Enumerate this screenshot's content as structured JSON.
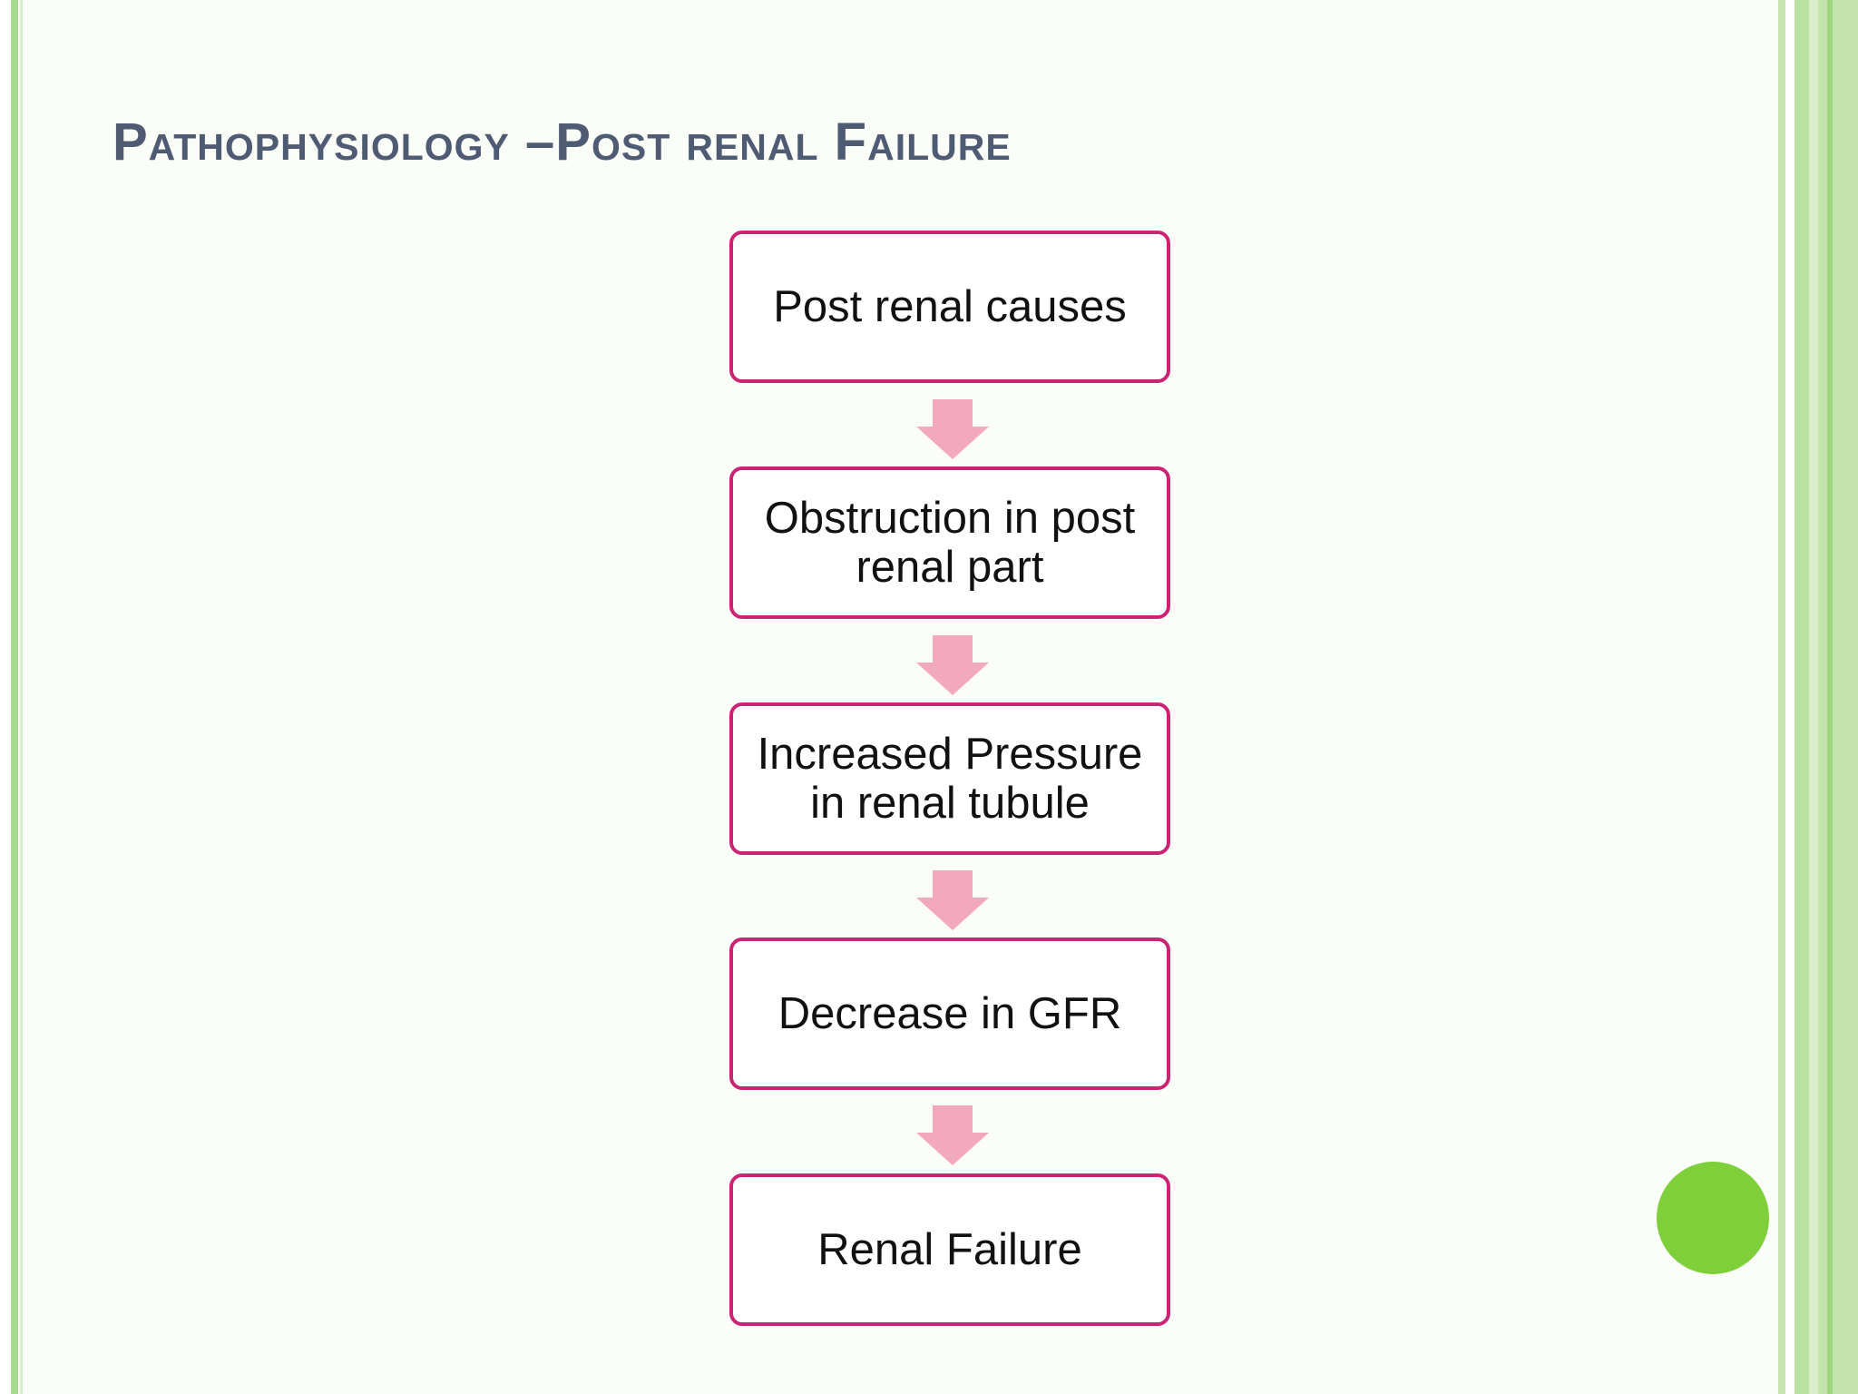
{
  "slide": {
    "title": "Pathophysiology –Post renal Failure"
  },
  "flowchart": {
    "steps": [
      {
        "label": "Post renal causes"
      },
      {
        "label": "Obstruction in post renal part"
      },
      {
        "label": "Increased Pressure in renal tubule"
      },
      {
        "label": "Decrease in GFR"
      },
      {
        "label": "Renal Failure"
      }
    ]
  },
  "colors": {
    "title": "#4f5b73",
    "box_border": "#cc2474",
    "arrow": "#f2a9bf",
    "accent_dot": "#7fcf3a",
    "border_green": "#a9d98f"
  }
}
